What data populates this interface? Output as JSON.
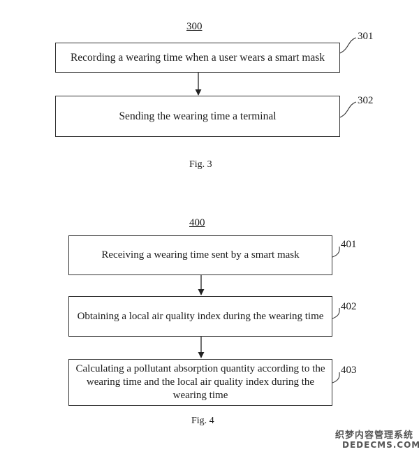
{
  "fig3": {
    "number": "300",
    "steps": [
      {
        "ref": "301",
        "text": "Recording a wearing time when a user wears a smart mask"
      },
      {
        "ref": "302",
        "text": "Sending the wearing time a terminal"
      }
    ],
    "caption": "Fig. 3"
  },
  "fig4": {
    "number": "400",
    "steps": [
      {
        "ref": "401",
        "text": "Receiving a wearing time sent by a smart mask"
      },
      {
        "ref": "402",
        "text": "Obtaining a local air quality index during the wearing time"
      },
      {
        "ref": "403",
        "text": "Calculating a pollutant absorption quantity according to the wearing time and the local air quality index during the wearing time"
      }
    ],
    "caption": "Fig. 4"
  },
  "watermark": {
    "line1": "织梦内容管理系统",
    "line2": "DEDECMS.COM"
  }
}
